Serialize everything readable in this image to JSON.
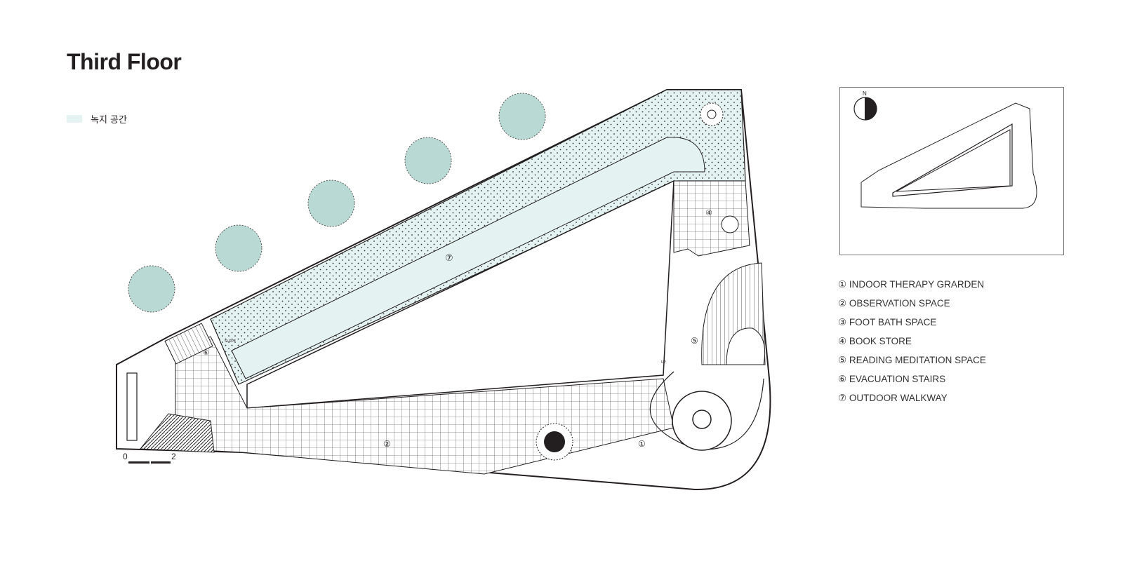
{
  "title": "Third Floor",
  "legend": {
    "green_space_label": "녹지 공간",
    "green_color": "#e4f3f1"
  },
  "plan": {
    "walkway_marker": "⑦",
    "observation_marker": "②",
    "garden_marker": "①",
    "bookstore_marker": "④",
    "reading_marker": "⑤",
    "stairs_marker": "⑥",
    "slope_label": "SLOPE",
    "up_label": "UP",
    "scale_start": "0",
    "scale_end": "2"
  },
  "keymap": {
    "north_label": "N"
  },
  "rooms": [
    "① INDOOR THERAPY GRARDEN",
    "② OBSERVATION SPACE",
    "③ FOOT BATH SPACE",
    "④ BOOK STORE",
    "⑤ READING MEDITATION SPACE",
    "⑥ EVACUATION STAIRS",
    "⑦ OUTDOOR WALKWAY"
  ],
  "colors": {
    "tree": "#b9d9d4",
    "line": "#231f20"
  }
}
